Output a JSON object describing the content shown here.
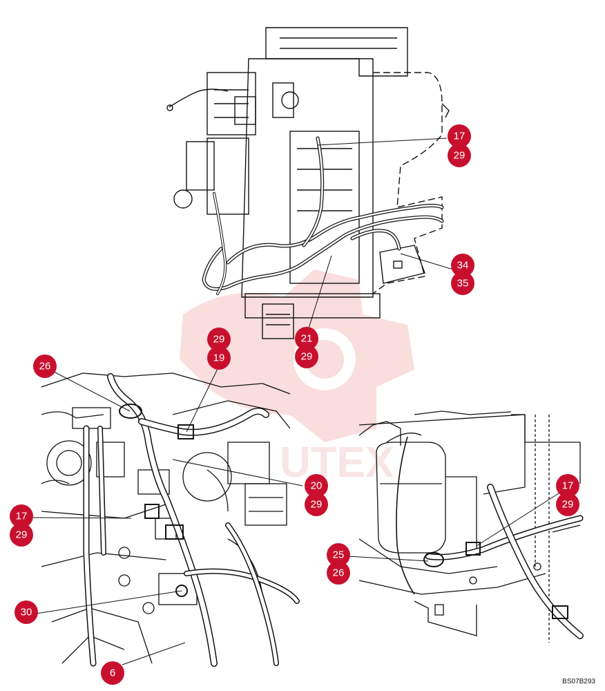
{
  "colors": {
    "callout": "#c8102e",
    "line": "#111111",
    "watermark": "#f3b1b1"
  },
  "watermark_text": "UTEX",
  "callouts": {
    "c17a": "17",
    "c29a": "29",
    "c34": "34",
    "c35": "35",
    "c29b": "29",
    "c19": "19",
    "c21": "21",
    "c29c": "29",
    "c26a": "26",
    "c20": "20",
    "c29d": "29",
    "c17b": "17",
    "c29e": "29",
    "c30": "30",
    "c6": "6",
    "c17c": "17",
    "c29f": "29",
    "c25": "25",
    "c26b": "26"
  },
  "reference_code": "BS07B293"
}
